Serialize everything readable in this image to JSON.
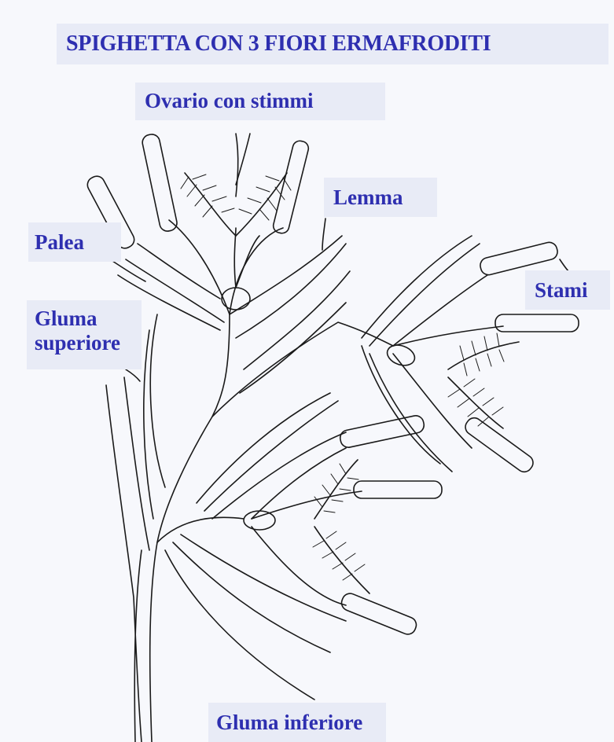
{
  "title": "SPIGHETTA CON 3 FIORI ERMAFRODITI",
  "labels": {
    "ovario": "Ovario con stimmi",
    "lemma": "Lemma",
    "palea": "Palea",
    "stami": "Stami",
    "gluma_superiore_line1": "Gluma",
    "gluma_superiore_line2": "superiore",
    "gluma_inferiore": "Gluma inferiore"
  },
  "colors": {
    "label_text": "#2e2fb0",
    "label_background": "#e8ebf6",
    "drawing_stroke": "#1a1a1a"
  }
}
